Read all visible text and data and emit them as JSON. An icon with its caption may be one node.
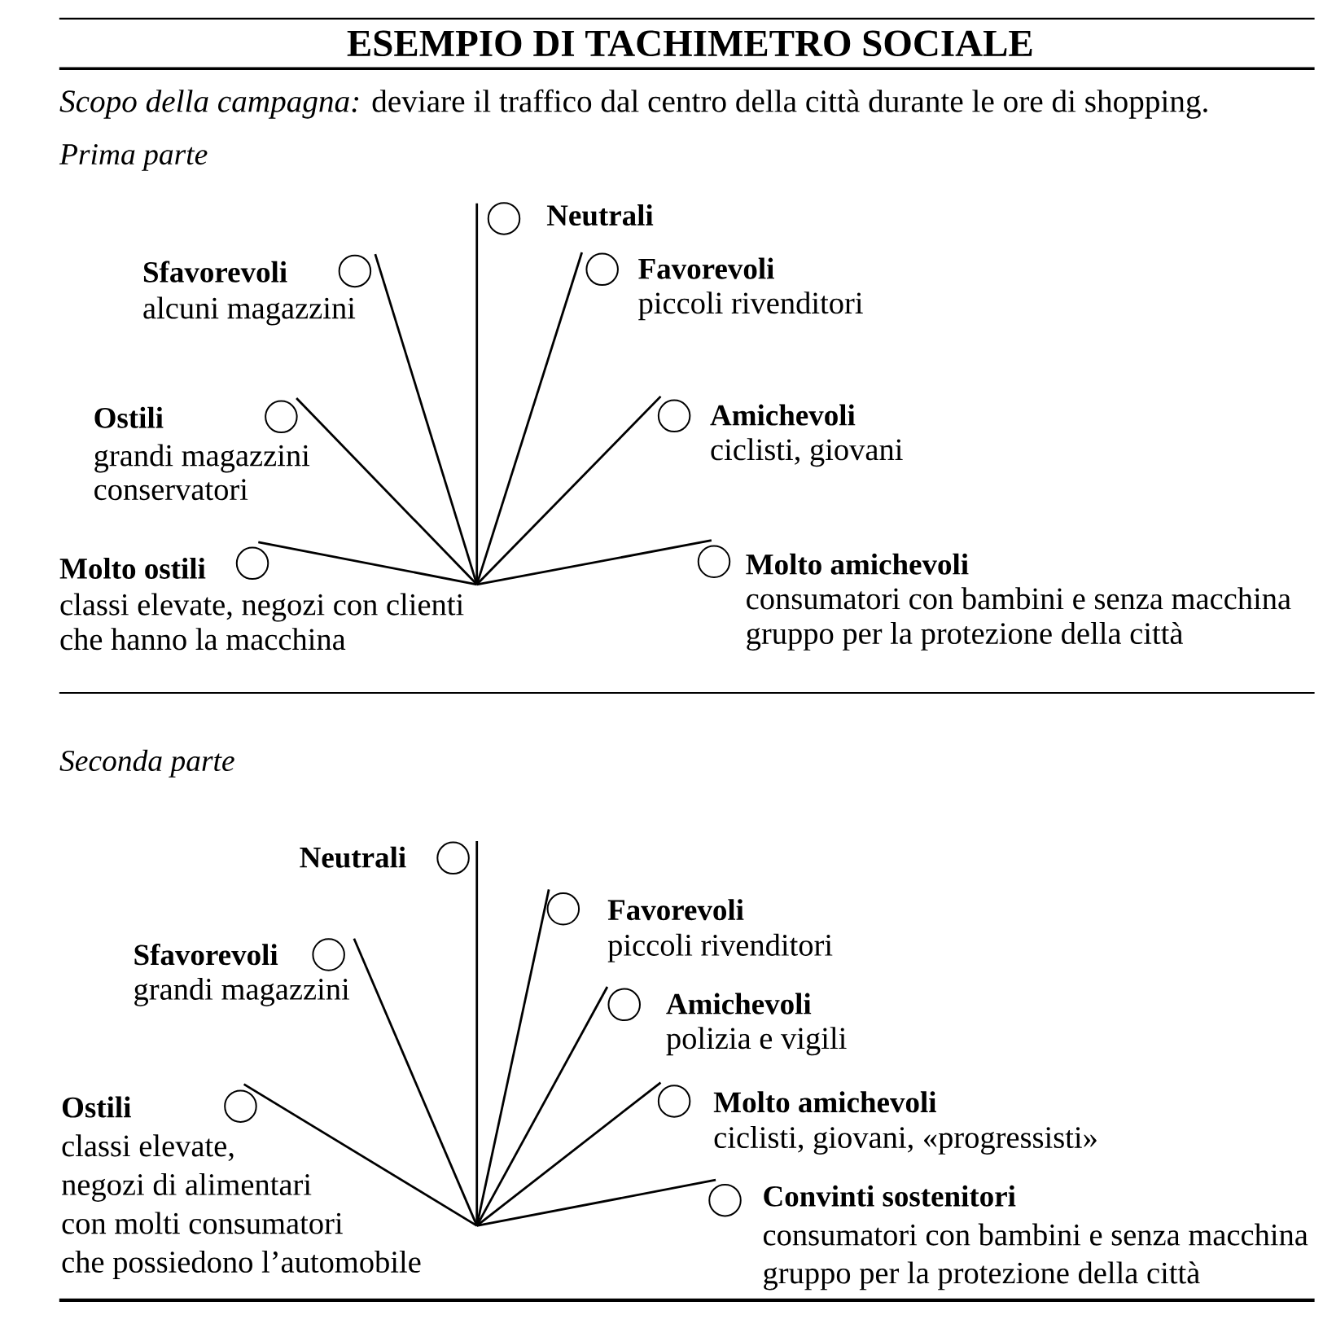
{
  "diagram": {
    "title": "ESEMPIO DI TACHIMETRO SOCIALE",
    "labels": [
      "*Scopo della campagna:* deviare il traffico dal centro della città durante le ore di shopping.",
      "Prima parte",
      "Neutrali",
      "Sfavorevoli",
      "alcuni magazzini",
      "Favorevoli",
      "piccoli rivenditori",
      "Ostili",
      "grandi magazzini",
      "conservatori",
      "Amichevoli",
      "ciclisti, giovani",
      "Molto ostili",
      "classi elevate, negozi con clienti che hanno la macchina",
      "Molto amichevoli",
      "consumatori con bambini e senza macchina",
      "gruppo per la protezione della città",
      "Seconda parte",
      "Neutrali",
      "Favorevoli",
      "piccoli rivenditori",
      "Sfavorevoli",
      "grandi magazzini",
      "Amichevoli",
      "polizia e vigili",
      "Ostili",
      "classi elevate, negozi di alimentari con molti consumatori che possiedono l’automobile",
      "Molto amichevoli",
      "ciclisti, giovani, «progressisti»",
      "Convinti sostenitori",
      "consumatori con bambini e senza macchina",
      "gruppo per la protezione della città"
    ]
  }
}
